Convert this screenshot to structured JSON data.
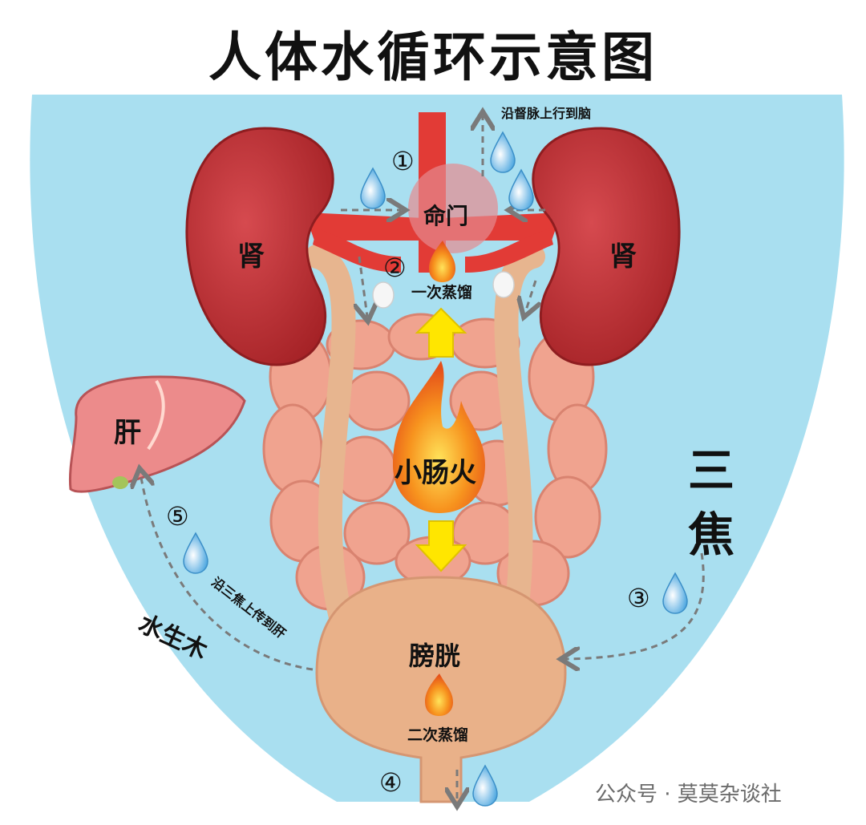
{
  "title": "人体水循环示意图",
  "labels": {
    "kidney_left": "肾",
    "kidney_right": "肾",
    "mingmen": "命门",
    "liver": "肝",
    "small_intestine_fire": "小肠火",
    "bladder": "膀胱",
    "sanjiao_1": "三",
    "sanjiao_2": "焦",
    "water_wood": "水生木",
    "first_distill": "一次蒸馏",
    "second_distill": "二次蒸馏",
    "to_brain": "沿督脉上行到脑",
    "to_liver": "沿三焦上传到肝"
  },
  "steps": [
    "①",
    "②",
    "③",
    "④",
    "⑤"
  ],
  "watermark": "公众号 · 莫莫杂谈社",
  "colors": {
    "background_blue": "#a9dff0",
    "kidney": "#c8343a",
    "vessel": "#e23b36",
    "intestine": "#f0a38f",
    "bladder": "#e9b189",
    "fire_outer": "#f7931e",
    "fire_inner": "#ffd23f",
    "arrow_yellow": "#ffe600",
    "dashed_arrow": "#7a7a7a"
  }
}
